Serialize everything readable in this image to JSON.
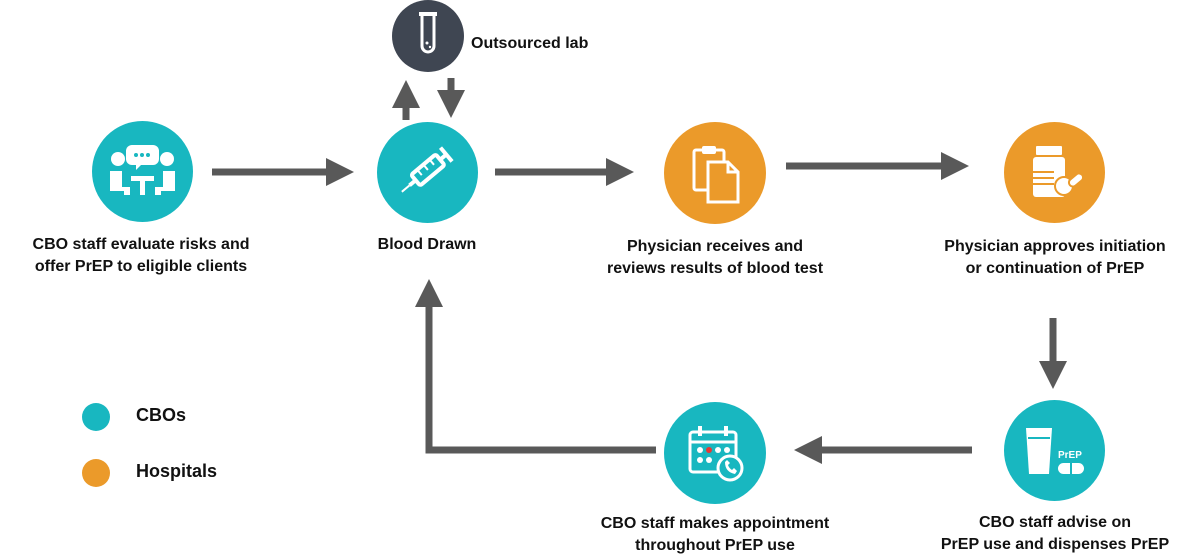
{
  "colors": {
    "cbo": "#18b7c0",
    "hospital": "#eb9a2a",
    "lab": "#3f4652",
    "arrow": "#595959"
  },
  "nodes": {
    "cbo_evaluate": {
      "label_line1": "CBO staff  evaluate risks and",
      "label_line2": "offer PrEP to eligible clients",
      "icon": "meeting-table-icon",
      "category": "CBOs"
    },
    "blood_drawn": {
      "label": "Blood Drawn",
      "icon": "syringe-icon",
      "category": "CBOs"
    },
    "outsourced_lab": {
      "label": "Outsourced lab",
      "icon": "test-tube-icon"
    },
    "physician_reviews": {
      "label_line1": "Physician receives and",
      "label_line2": "reviews results of blood test",
      "icon": "clipboard-documents-icon",
      "category": "Hospitals"
    },
    "physician_approves": {
      "label_line1": "Physician approves initiation",
      "label_line2": "or continuation of PrEP",
      "icon": "pill-bottle-icon",
      "category": "Hospitals"
    },
    "cbo_dispense": {
      "label_line1": "CBO staff advise on",
      "label_line2": "PrEP use and dispenses PrEP",
      "icon": "water-and-prep-pill-icon",
      "icon_text": "PrEP",
      "category": "CBOs"
    },
    "cbo_appointment": {
      "label_line1": "CBO staff makes appointment",
      "label_line2": "throughout PrEP use",
      "icon": "calendar-phone-icon",
      "category": "CBOs"
    }
  },
  "legend": [
    {
      "label": "CBOs",
      "color": "#18b7c0"
    },
    {
      "label": "Hospitals",
      "color": "#eb9a2a"
    }
  ]
}
